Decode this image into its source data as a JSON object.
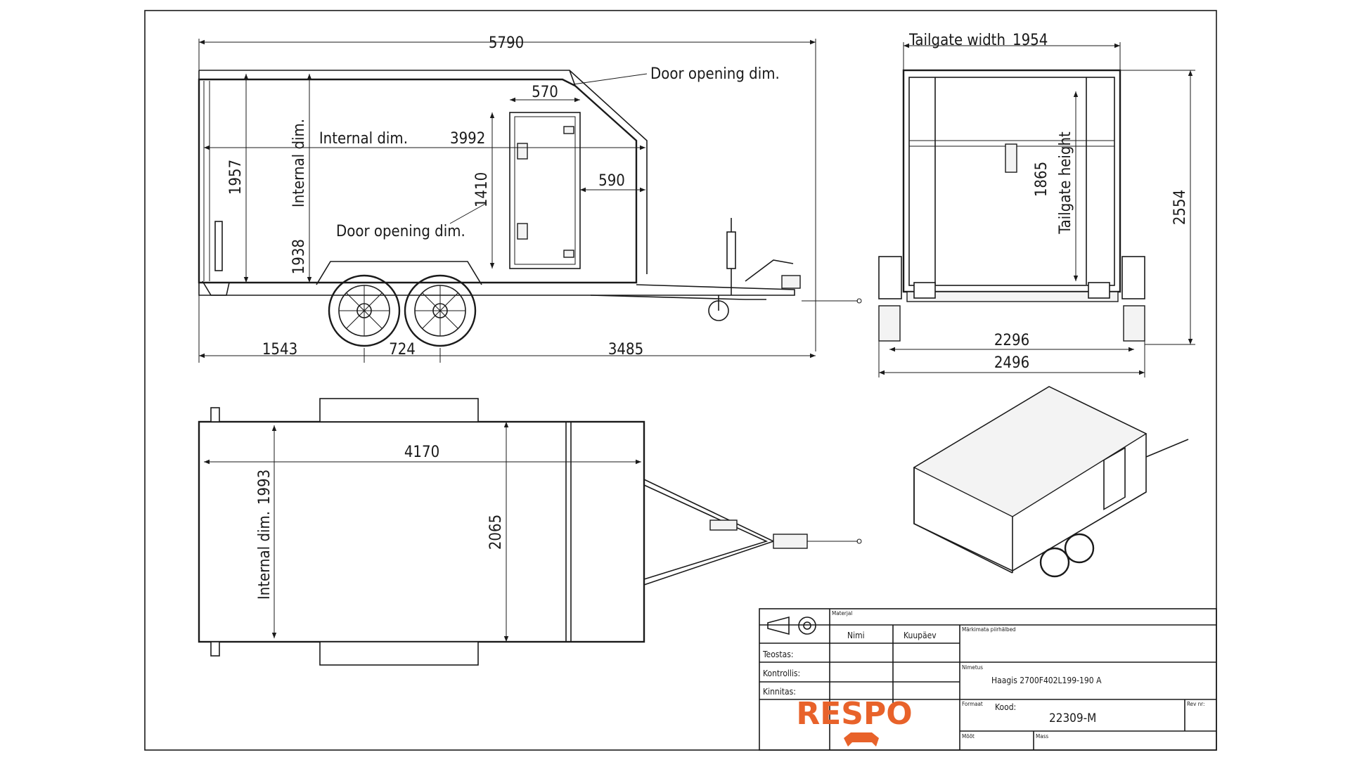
{
  "side_view": {
    "overall_length": "5790",
    "overall_height": "1957",
    "internal_height_label": "Internal dim.",
    "internal_height": "1938",
    "internal_length_label": "Internal dim.",
    "internal_length": "3992",
    "door_label_top": "Door opening dim.",
    "door_width": "570",
    "door_label_bottom": "Door opening dim.",
    "door_height": "1410",
    "door_offset": "590",
    "rear_to_axle": "1543",
    "axle_spacing": "724",
    "axle_to_coupling": "3485"
  },
  "rear_view": {
    "tailgate_width_label": "Tailgate width",
    "tailgate_width": "1954",
    "tailgate_height_label": "Tailgate height",
    "tailgate_height": "1865",
    "total_height": "2554",
    "track_width": "2296",
    "overall_width": "2496"
  },
  "top_view": {
    "internal_length": "4170",
    "internal_width_label": "Internal dim.",
    "internal_width": "1993",
    "overall_width": "2065"
  },
  "title_block": {
    "materjal": "Materjal",
    "nimi": "Nimi",
    "kuupaev": "Kuupäev",
    "markimata": "Märkimata piirhälbed",
    "teostas": "Teostas:",
    "kontrollis": "Kontrollis:",
    "kinnitas": "Kinnitas:",
    "nimetus": "Nimetus",
    "nimetus_value": "Haagis 2700F402L199-190 A",
    "formaat": "Formaat",
    "kood": "Kood:",
    "kood_value": "22309-M",
    "rev": "Rev nr:",
    "moot": "Mõõt",
    "mass": "Mass",
    "logo": "RESPO",
    "logo_color": "#e8622a"
  }
}
